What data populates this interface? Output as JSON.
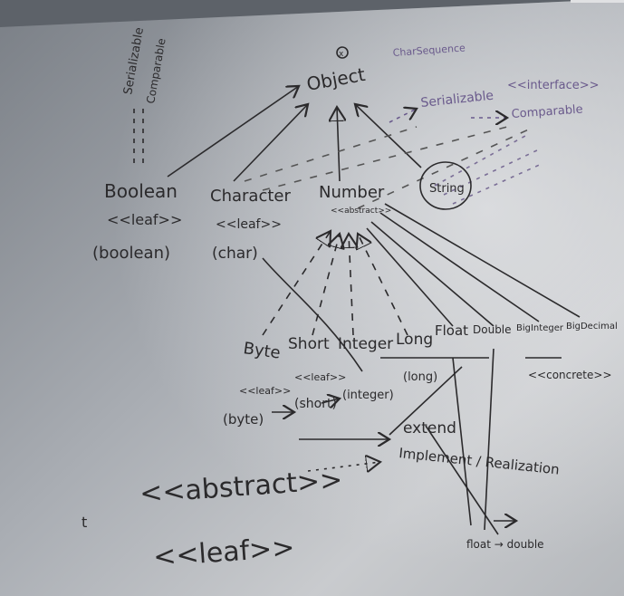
{
  "board": {
    "annotations": {
      "serializable_vertical": "Serializable",
      "comparable_vertical": "Comparable",
      "object_label": "Object",
      "object_badge": "x",
      "charsequence_label": "CharSequence",
      "serializable_top": "Serializable",
      "comparable_top": "Comparable",
      "interface_label": "<<interface>>",
      "boolean_label": "Boolean",
      "character_label": "Character",
      "number_label": "Number",
      "number_abstract": "<<abstract>>",
      "string_label": "String",
      "leaf_under_boolean": "<<leaf>>",
      "primitive_boolean": "(boolean)",
      "leaf_under_character": "<<leaf>>",
      "primitive_char": "(char)",
      "byte_label": "Byte",
      "short_label": "Short",
      "integer_label": "Integer",
      "long_label": "Long",
      "float_label": "Float",
      "double_label": "Double",
      "biginteger_label": "BigInteger",
      "bigdecimal_label": "BigDecimal",
      "concrete_label": "<<concrete>>",
      "leaf_small_byte": "<<leaf>>",
      "leaf_small_short": "<<leaf>>",
      "prim_byte": "(byte)",
      "prim_short": "(short)",
      "prim_integer": "(integer)",
      "prim_long": "(long)",
      "legend_extend": "extend",
      "legend_implement": "Implement / Realization",
      "legend_abstract": "<<abstract>>",
      "legend_leaf": "<<leaf>>",
      "bottom_label": "float → double",
      "stray_t": "t"
    }
  }
}
